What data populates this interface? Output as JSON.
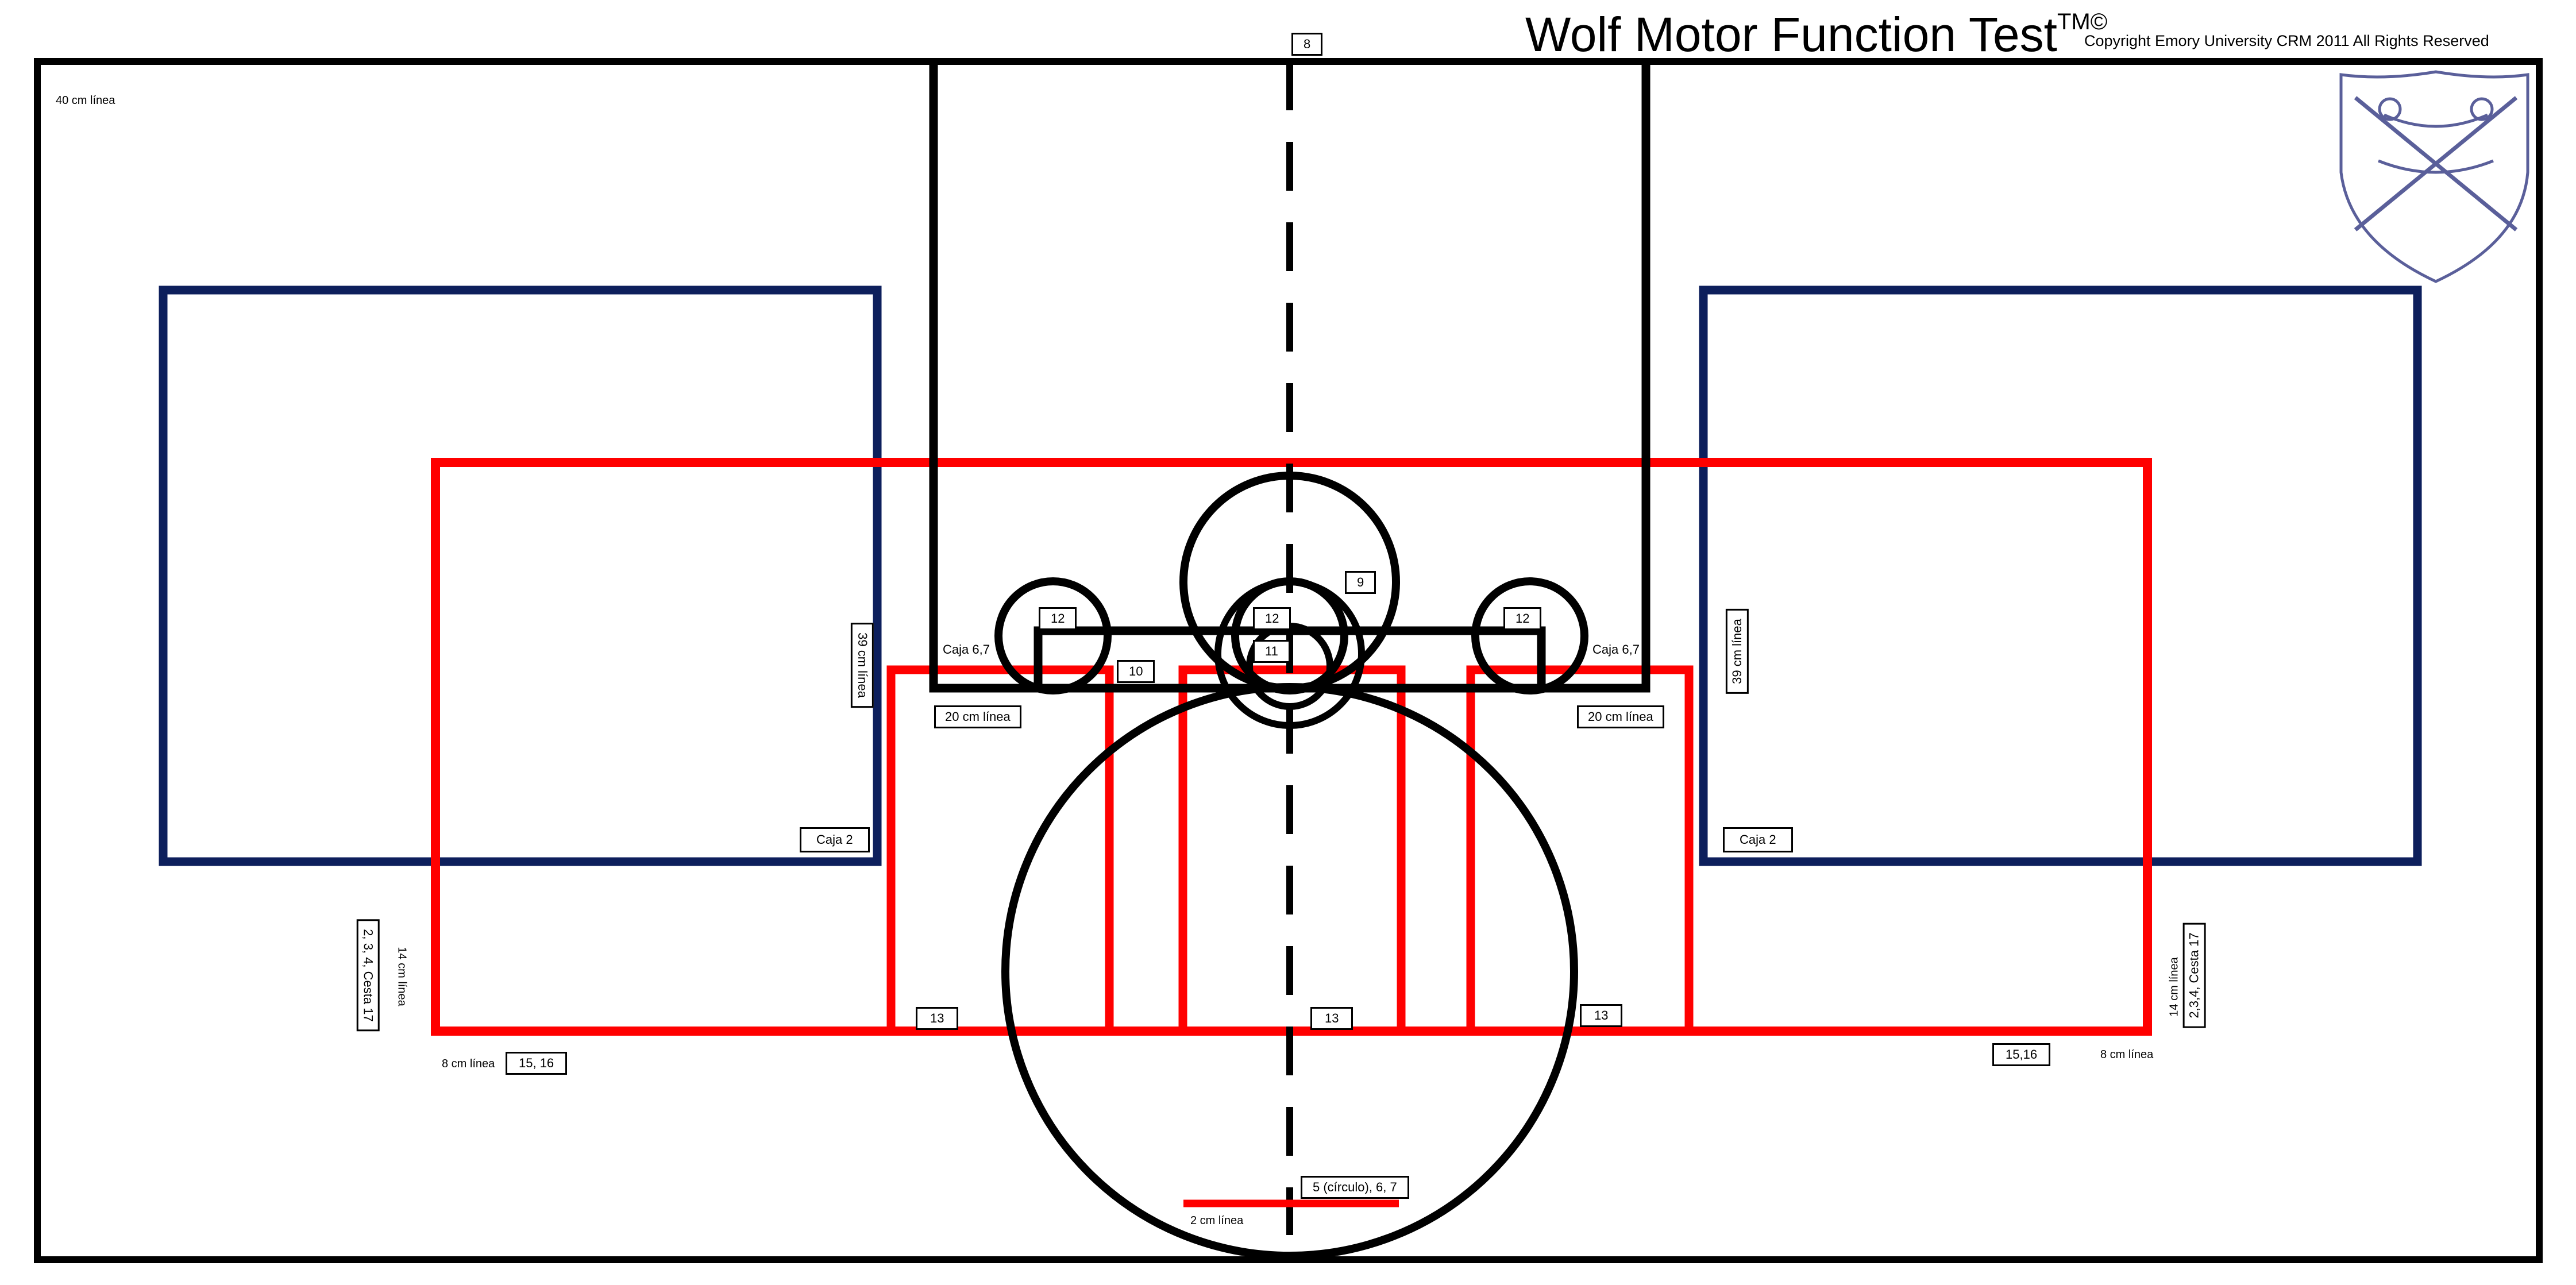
{
  "title": "Wolf Motor Function Test",
  "title_marks": "TM©",
  "copyright": "Copyright Emory University CRM 2011 All Rights Reserved",
  "labels": {
    "top_40cm": "40 cm línea",
    "item_8": "8",
    "item_9": "9",
    "item_10": "10",
    "item_11": "11",
    "item_12_left": "12",
    "item_12_center": "12",
    "item_12_right": "12",
    "caja67_left": "Caja 6,7",
    "caja67_right": "Caja 6,7",
    "line20_left": "20 cm línea",
    "line20_right": "20 cm línea",
    "line39_left": "39 cm línea",
    "line39_right": "39 cm línea",
    "caja2_left": "Caja 2",
    "caja2_right": "Caja 2",
    "cesta17_left": "2, 3, 4, Cesta 17",
    "cesta17_right": "2,3,4, Cesta 17",
    "line14_left": "14 cm línea",
    "line14_right": "14 cm línea",
    "item_13_left": "13",
    "item_13_center": "13",
    "item_13_right": "13",
    "line8_left": "8 cm línea",
    "line8_right": "8 cm línea",
    "items_1516_left": "15, 16",
    "items_1516_right": "15,16",
    "item_5_circle": "5 (círculo), 6, 7",
    "line2": "2 cm línea"
  },
  "colors": {
    "black": "#000000",
    "red": "#ff0000",
    "navy": "#0d1f5c",
    "seal": "#5a5f9a"
  },
  "icons": [
    "emory-seal-icon"
  ]
}
